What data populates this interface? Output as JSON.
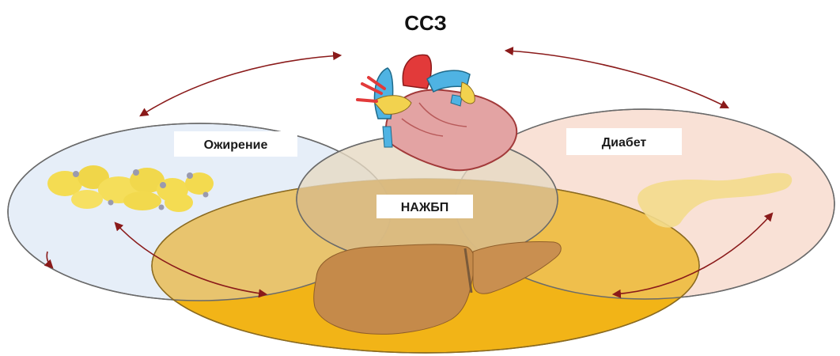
{
  "diagram": {
    "title": "ССЗ",
    "labels": {
      "obesity": "Ожирение",
      "diabetes": "Диабет",
      "nafld": "НАЖБП"
    },
    "icons": {
      "heart": "heart-icon",
      "liver": "liver-icon",
      "pancreas": "pancreas-icon",
      "fat_cells": "fat-cells-icon"
    },
    "colors": {
      "obesity_fill": "#e6eef8",
      "diabetes_fill": "#f9e1d6",
      "nafld_fill": "#f2b417",
      "overlap_fill": "#e8c779",
      "heart_overlap_fill": "#e9e2d6",
      "arrow": "#8a1a1a",
      "liver": "#c58a4a",
      "pancreas": "#f3dc8c",
      "fat_cells": "#f4dc52"
    }
  }
}
